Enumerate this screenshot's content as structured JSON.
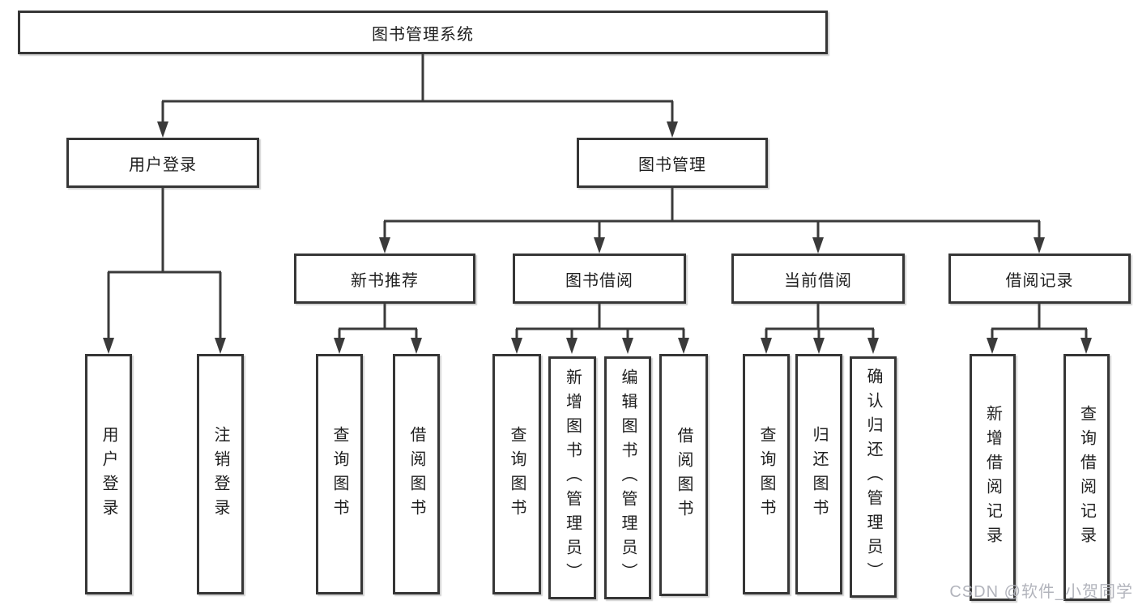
{
  "nodes": {
    "root": "图书管理系统",
    "level1": {
      "user_login": "用户登录",
      "book_mgmt": "图书管理"
    },
    "level2": {
      "new_books": "新书推荐",
      "book_borrow": "图书借阅",
      "current_borrow": "当前借阅",
      "borrow_records": "借阅记录"
    },
    "leaves": {
      "user_login": "用户登录",
      "logout": "注销登录",
      "nb_query_books": "查询图书",
      "nb_borrow_books": "借阅图书",
      "bw_query_books": "查询图书",
      "bw_add_books": "新增图书（管理员）",
      "bw_edit_books": "编辑图书（管理员）",
      "bw_borrow_books": "借阅图书",
      "cu_query_books": "查询图书",
      "cu_return_books": "归还图书",
      "cu_confirm_return": "确认归还（管理员）",
      "rc_add_record": "新增借阅记录",
      "rc_query_record": "查询借阅记录"
    }
  },
  "watermark": "CSDN @软件_小贺同学",
  "colors": {
    "line": "#3a3a3a",
    "box_border": "#363636",
    "text": "#1f1f1f",
    "watermark": "#aeb0b8",
    "background": "#ffffff"
  }
}
